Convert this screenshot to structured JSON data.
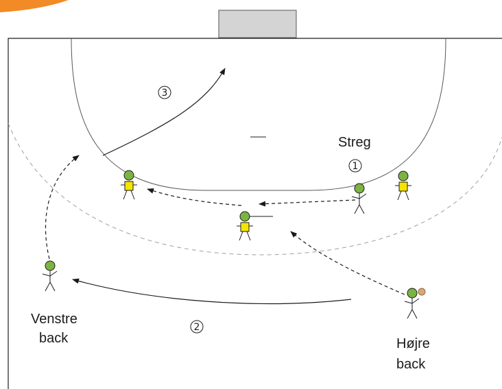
{
  "labels": {
    "streg": "Streg",
    "venstre_line1": "Venstre",
    "venstre_line2": "back",
    "hojre_line1": "Højre",
    "hojre_line2": "back"
  },
  "steps": {
    "one": "1",
    "two": "2",
    "three": "3"
  },
  "colors": {
    "accent": "#f28a25",
    "goal": "#d4d4d4",
    "player_head": "#7cb342",
    "defender_body": "#f5e400",
    "ball": "#d9a878",
    "lines": "#1a1a1a",
    "dashed_line": "#9e9e9e"
  },
  "icons": {
    "attacker": "stick-figure-icon",
    "defender": "defender-figure-icon",
    "ball": "ball-icon"
  }
}
